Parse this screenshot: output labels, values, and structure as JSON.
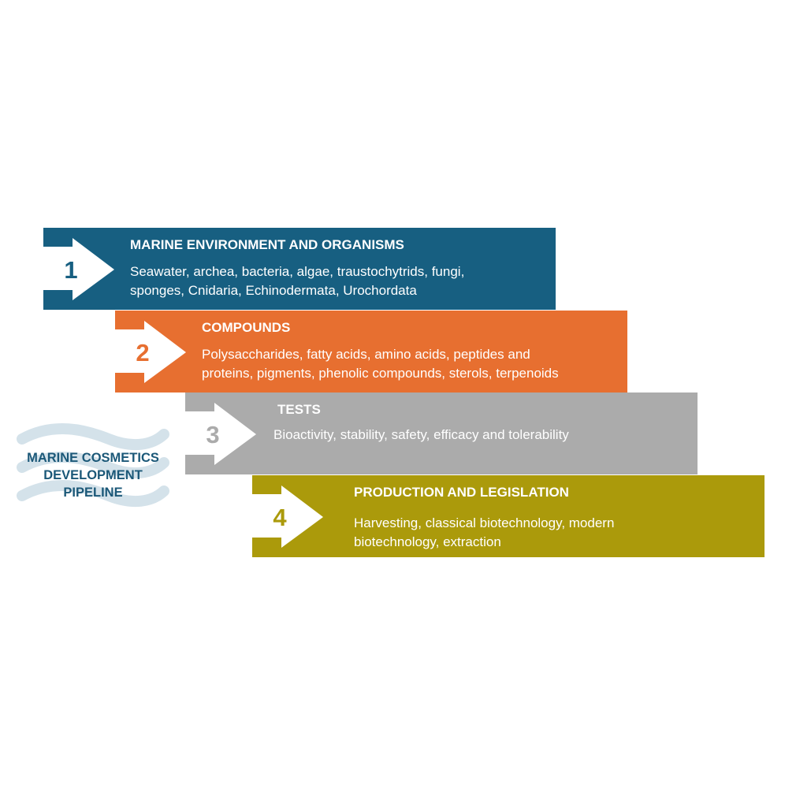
{
  "pipeline_label": {
    "line1": "MARINE COSMETICS",
    "line2": "DEVELOPMENT",
    "line3": "PIPELINE"
  },
  "steps": [
    {
      "number": "1",
      "title": "MARINE ENVIRONMENT AND ORGANISMS",
      "line1": "Seawater, archea, bacteria, algae, traustochytrids, fungi,",
      "line2": "sponges, Cnidaria, Echinodermata, Urochordata",
      "color": "#175f81"
    },
    {
      "number": "2",
      "title": "COMPOUNDS",
      "line1": "Polysaccharides, fatty acids, amino acids, peptides and",
      "line2": "proteins, pigments, phenolic compounds, sterols, terpenoids",
      "color": "#e76f30"
    },
    {
      "number": "3",
      "title": "TESTS",
      "line1": "Bioactivity, stability, safety, efficacy and tolerability",
      "line2": "",
      "color": "#ababab"
    },
    {
      "number": "4",
      "title": "PRODUCTION AND LEGISLATION",
      "line1": "Harvesting, classical biotechnology, modern",
      "line2": "biotechnology, extraction",
      "color": "#ab9a0b"
    }
  ]
}
